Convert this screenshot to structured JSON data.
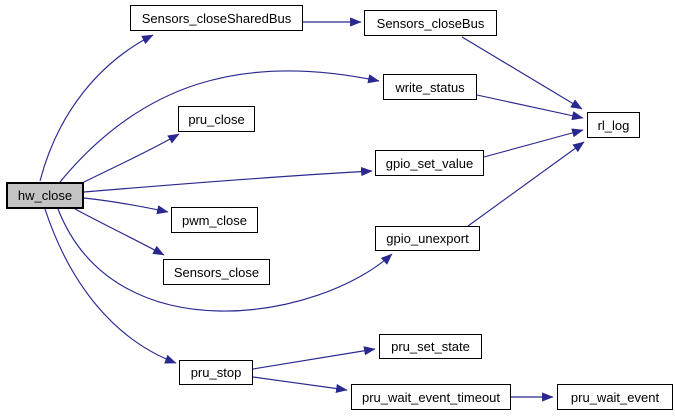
{
  "diagram": {
    "type": "call-graph",
    "edge_color": "#28288f",
    "node_fill": "#ffffff",
    "node_border_color": "#000000",
    "highlighted_node_fill": "#c3c3c3",
    "nodes": [
      {
        "id": "hw_close",
        "label": "hw_close",
        "highlighted": true
      },
      {
        "id": "Sensors_closeSharedBus",
        "label": "Sensors_closeSharedBus",
        "highlighted": false
      },
      {
        "id": "Sensors_closeBus",
        "label": "Sensors_closeBus",
        "highlighted": false
      },
      {
        "id": "write_status",
        "label": "write_status",
        "highlighted": false
      },
      {
        "id": "pru_close",
        "label": "pru_close",
        "highlighted": false
      },
      {
        "id": "gpio_set_value",
        "label": "gpio_set_value",
        "highlighted": false
      },
      {
        "id": "rl_log",
        "label": "rl_log",
        "highlighted": false
      },
      {
        "id": "pwm_close",
        "label": "pwm_close",
        "highlighted": false
      },
      {
        "id": "Sensors_close",
        "label": "Sensors_close",
        "highlighted": false
      },
      {
        "id": "gpio_unexport",
        "label": "gpio_unexport",
        "highlighted": false
      },
      {
        "id": "pru_stop",
        "label": "pru_stop",
        "highlighted": false
      },
      {
        "id": "pru_set_state",
        "label": "pru_set_state",
        "highlighted": false
      },
      {
        "id": "pru_wait_event_timeout",
        "label": "pru_wait_event_timeout",
        "highlighted": false
      },
      {
        "id": "pru_wait_event",
        "label": "pru_wait_event",
        "highlighted": false
      }
    ],
    "edges": [
      {
        "from": "hw_close",
        "to": "Sensors_closeSharedBus"
      },
      {
        "from": "hw_close",
        "to": "write_status"
      },
      {
        "from": "hw_close",
        "to": "pru_close"
      },
      {
        "from": "hw_close",
        "to": "gpio_set_value"
      },
      {
        "from": "hw_close",
        "to": "pwm_close"
      },
      {
        "from": "hw_close",
        "to": "Sensors_close"
      },
      {
        "from": "hw_close",
        "to": "gpio_unexport"
      },
      {
        "from": "hw_close",
        "to": "pru_stop"
      },
      {
        "from": "Sensors_closeSharedBus",
        "to": "Sensors_closeBus"
      },
      {
        "from": "Sensors_closeBus",
        "to": "rl_log"
      },
      {
        "from": "write_status",
        "to": "rl_log"
      },
      {
        "from": "gpio_set_value",
        "to": "rl_log"
      },
      {
        "from": "gpio_unexport",
        "to": "rl_log"
      },
      {
        "from": "pru_stop",
        "to": "pru_set_state"
      },
      {
        "from": "pru_stop",
        "to": "pru_wait_event_timeout"
      },
      {
        "from": "pru_wait_event_timeout",
        "to": "pru_wait_event"
      }
    ]
  }
}
